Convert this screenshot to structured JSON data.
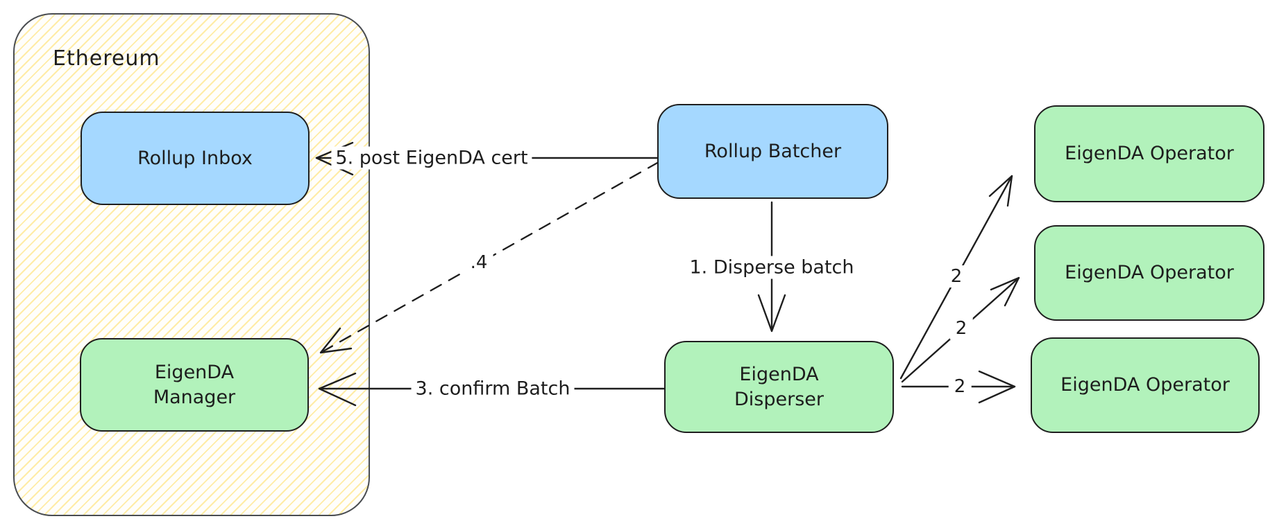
{
  "diagram": {
    "container": {
      "label": "Ethereum"
    },
    "nodes": {
      "rollup_inbox": {
        "label": "Rollup Inbox",
        "fill": "#a5d8ff"
      },
      "eigenda_manager": {
        "label": "EigenDA\nManager",
        "fill": "#b2f2bb"
      },
      "rollup_batcher": {
        "label": "Rollup Batcher",
        "fill": "#a5d8ff"
      },
      "eigenda_disperser": {
        "label": "EigenDA\nDisperser",
        "fill": "#b2f2bb"
      },
      "eigenda_operator_1": {
        "label": "EigenDA Operator",
        "fill": "#b2f2bb"
      },
      "eigenda_operator_2": {
        "label": "EigenDA Operator",
        "fill": "#b2f2bb"
      },
      "eigenda_operator_3": {
        "label": "EigenDA Operator",
        "fill": "#b2f2bb"
      }
    },
    "edges": {
      "disperse_batch": {
        "label": "1. Disperse batch",
        "from": "rollup_batcher",
        "to": "eigenda_disperser",
        "style": "solid"
      },
      "to_operator_1": {
        "label": "2",
        "from": "eigenda_disperser",
        "to": "eigenda_operator_1",
        "style": "solid"
      },
      "to_operator_2": {
        "label": "2",
        "from": "eigenda_disperser",
        "to": "eigenda_operator_2",
        "style": "solid"
      },
      "to_operator_3": {
        "label": "2",
        "from": "eigenda_disperser",
        "to": "eigenda_operator_3",
        "style": "solid"
      },
      "confirm_batch": {
        "label": "3. confirm Batch",
        "from": "eigenda_disperser",
        "to": "eigenda_manager",
        "style": "solid"
      },
      "step_4": {
        "label": ".4",
        "from": "rollup_batcher",
        "to": "eigenda_manager",
        "style": "dashed"
      },
      "post_cert": {
        "label": "5. post EigenDA cert",
        "from": "rollup_batcher",
        "to": "rollup_inbox",
        "style": "solid"
      }
    },
    "colors": {
      "blue_fill": "#a5d8ff",
      "green_fill": "#b2f2bb",
      "node_stroke": "#1e1e1e",
      "container_stroke": "#494c50",
      "hatch_line": "#ffeca6",
      "text": "#1d1d1d",
      "background": "#ffffff"
    }
  }
}
